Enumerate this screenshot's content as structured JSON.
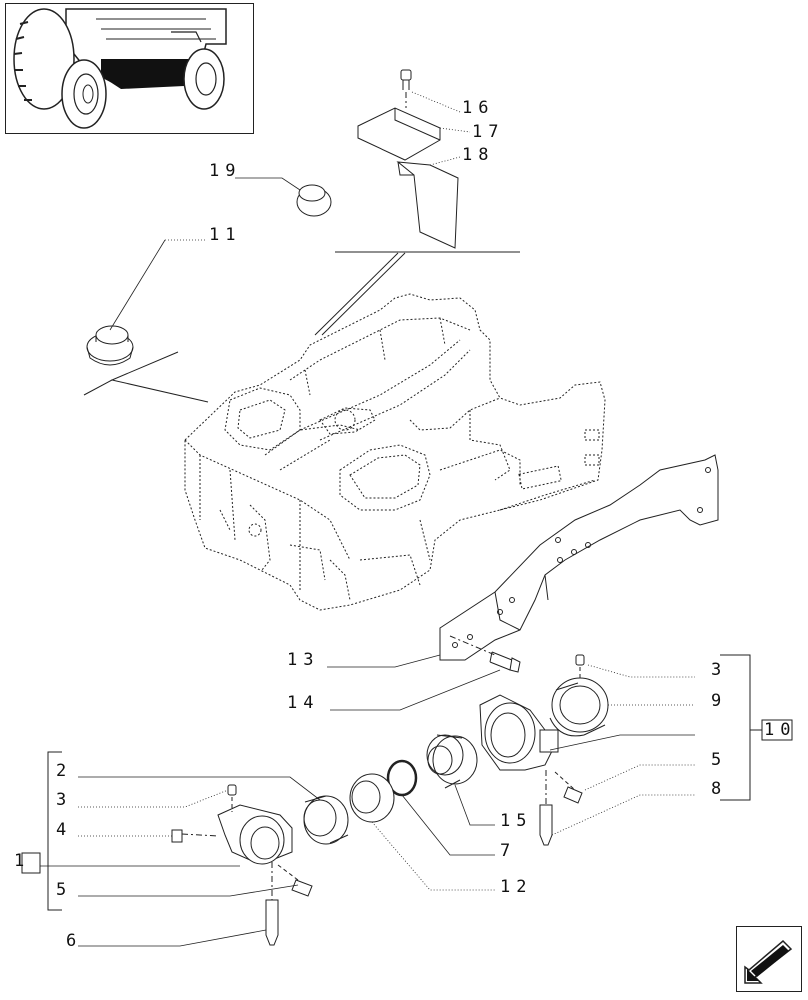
{
  "callouts": {
    "c16": "16",
    "c17": "17",
    "c18": "18",
    "c19": "19",
    "c11": "11",
    "c13": "13",
    "c14": "14",
    "c3_right": "3",
    "c9": "9",
    "c10": "10",
    "c5_right": "5",
    "c8": "8",
    "c15": "15",
    "c7": "7",
    "c12": "12",
    "c2": "2",
    "c3_left": "3",
    "c4": "4",
    "c1": "1",
    "c5_left": "5",
    "c6": "6"
  },
  "icons": {
    "thumbnail": "tractor-location-thumbnail",
    "navigation": "next-page-arrow-icon"
  }
}
